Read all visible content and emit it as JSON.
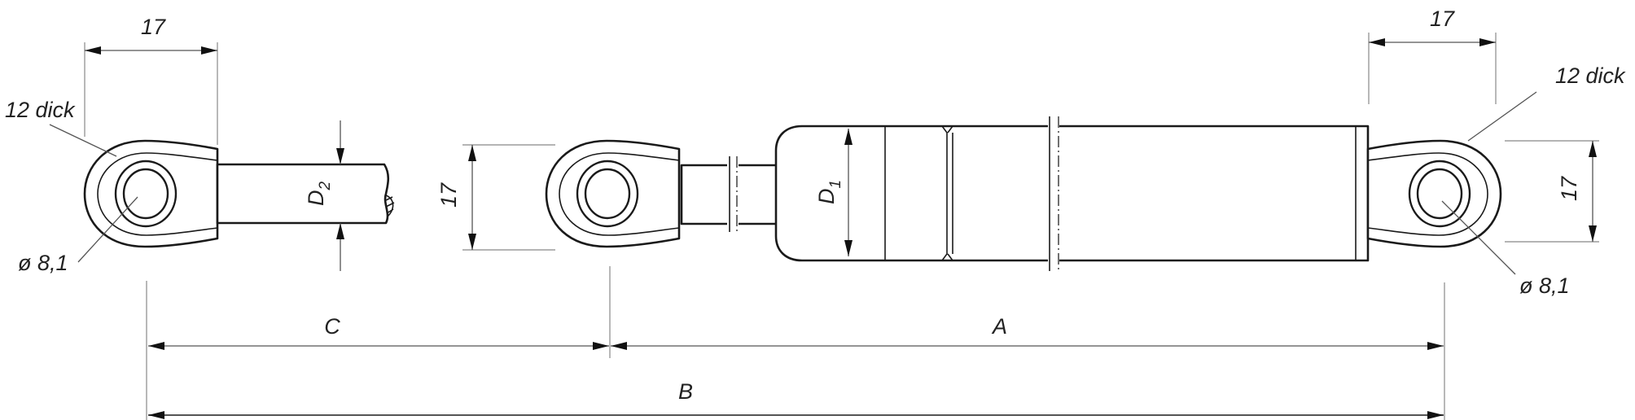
{
  "drawing": {
    "width_left_eye": "17",
    "width_right_eye": "17",
    "height_middle_eye": "17",
    "height_right_eye": "17",
    "thickness_left": "12 dick",
    "thickness_right": "12 dick",
    "hole_left": "ø 8,1",
    "hole_right": "ø 8,1",
    "rod_diameter": {
      "letter": "D",
      "sub": "2"
    },
    "cylinder_diameter": {
      "letter": "D",
      "sub": "1"
    },
    "dim_c": "C",
    "dim_a": "A",
    "dim_b": "B"
  },
  "colors": {
    "line": "#1a1a1a",
    "dimension": "#555555"
  }
}
